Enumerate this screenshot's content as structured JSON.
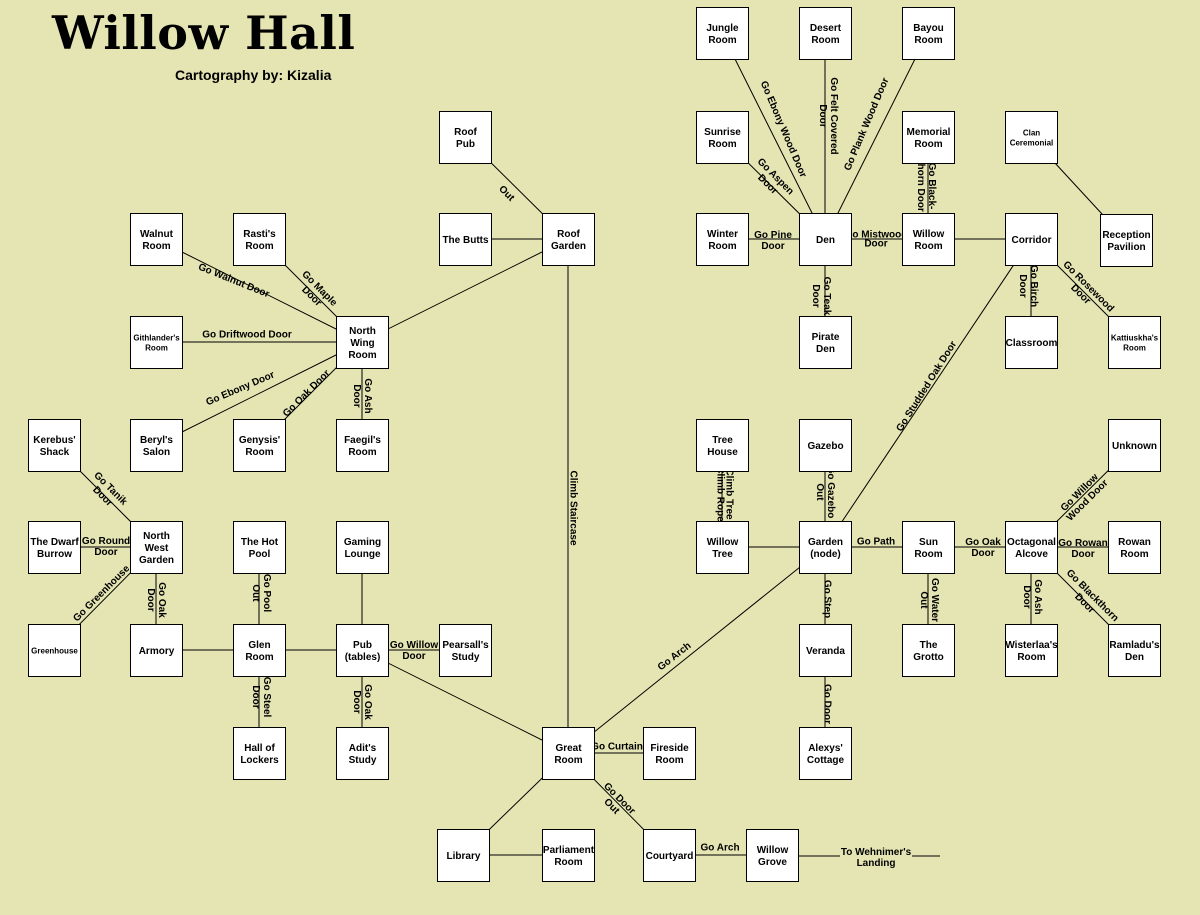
{
  "header": {
    "title": "Willow Hall",
    "subtitle": "Cartography by: Kizalia"
  },
  "rooms": [
    {
      "id": "jungle",
      "lines": [
        "Jungle",
        "Room"
      ]
    },
    {
      "id": "desert",
      "lines": [
        "Desert",
        "Room"
      ]
    },
    {
      "id": "bayou",
      "lines": [
        "Bayou",
        "Room"
      ]
    },
    {
      "id": "sunrise",
      "lines": [
        "Sunrise",
        "Room"
      ]
    },
    {
      "id": "memorial",
      "lines": [
        "Memorial",
        "Room"
      ]
    },
    {
      "id": "clan",
      "lines": [
        "Clan",
        "Ceremonial"
      ],
      "small": true
    },
    {
      "id": "roofpub",
      "lines": [
        "Roof",
        "Pub"
      ]
    },
    {
      "id": "butts",
      "lines": [
        "The Butts"
      ]
    },
    {
      "id": "roofgarden",
      "lines": [
        "Roof",
        "Garden"
      ]
    },
    {
      "id": "walnut",
      "lines": [
        "Walnut",
        "Room"
      ]
    },
    {
      "id": "rasti",
      "lines": [
        "Rasti's",
        "Room"
      ]
    },
    {
      "id": "winter",
      "lines": [
        "Winter",
        "Room"
      ]
    },
    {
      "id": "den",
      "lines": [
        "Den"
      ]
    },
    {
      "id": "willowroom",
      "lines": [
        "Willow",
        "Room"
      ]
    },
    {
      "id": "corridor",
      "lines": [
        "Corridor"
      ]
    },
    {
      "id": "reception",
      "lines": [
        "Reception",
        "Pavilion"
      ]
    },
    {
      "id": "githlander",
      "lines": [
        "Githlander's",
        "Room"
      ],
      "small": true
    },
    {
      "id": "northwing",
      "lines": [
        "North",
        "Wing",
        "Room"
      ]
    },
    {
      "id": "pirate",
      "lines": [
        "Pirate",
        "Den"
      ]
    },
    {
      "id": "classroom",
      "lines": [
        "Classroom"
      ]
    },
    {
      "id": "kattiuskha",
      "lines": [
        "Kattiuskha's",
        "Room"
      ],
      "small": true
    },
    {
      "id": "kerebus",
      "lines": [
        "Kerebus'",
        "Shack"
      ]
    },
    {
      "id": "beryl",
      "lines": [
        "Beryl's",
        "Salon"
      ]
    },
    {
      "id": "genysis",
      "lines": [
        "Genysis'",
        "Room"
      ]
    },
    {
      "id": "faegil",
      "lines": [
        "Faegil's",
        "Room"
      ]
    },
    {
      "id": "treehouse",
      "lines": [
        "Tree",
        "House"
      ]
    },
    {
      "id": "gazebo",
      "lines": [
        "Gazebo"
      ]
    },
    {
      "id": "unknown",
      "lines": [
        "Unknown"
      ]
    },
    {
      "id": "dwarf",
      "lines": [
        "The Dwarf",
        "Burrow"
      ]
    },
    {
      "id": "nwgarden",
      "lines": [
        "North",
        "West",
        "Garden"
      ]
    },
    {
      "id": "hotpool",
      "lines": [
        "The Hot",
        "Pool"
      ]
    },
    {
      "id": "gaming",
      "lines": [
        "Gaming",
        "Lounge"
      ]
    },
    {
      "id": "willowtree",
      "lines": [
        "Willow",
        "Tree"
      ]
    },
    {
      "id": "garden",
      "lines": [
        "Garden",
        "(node)"
      ]
    },
    {
      "id": "sunroom",
      "lines": [
        "Sun",
        "Room"
      ]
    },
    {
      "id": "octagonal",
      "lines": [
        "Octagonal",
        "Alcove"
      ]
    },
    {
      "id": "rowan",
      "lines": [
        "Rowan",
        "Room"
      ]
    },
    {
      "id": "greenhouse",
      "lines": [
        "Greenhouse"
      ],
      "small": true
    },
    {
      "id": "armory",
      "lines": [
        "Armory"
      ]
    },
    {
      "id": "glen",
      "lines": [
        "Glen",
        "Room"
      ]
    },
    {
      "id": "pub",
      "lines": [
        "Pub",
        "(tables)"
      ]
    },
    {
      "id": "pearsall",
      "lines": [
        "Pearsall's",
        "Study"
      ]
    },
    {
      "id": "veranda",
      "lines": [
        "Veranda"
      ]
    },
    {
      "id": "grotto",
      "lines": [
        "The",
        "Grotto"
      ]
    },
    {
      "id": "wisterlaa",
      "lines": [
        "Wisterlaa's",
        "Room"
      ]
    },
    {
      "id": "ramladu",
      "lines": [
        "Ramladu's",
        "Den"
      ]
    },
    {
      "id": "lockers",
      "lines": [
        "Hall of",
        "Lockers"
      ]
    },
    {
      "id": "adit",
      "lines": [
        "Adit's",
        "Study"
      ]
    },
    {
      "id": "greatroom",
      "lines": [
        "Great",
        "Room"
      ]
    },
    {
      "id": "fireside",
      "lines": [
        "Fireside",
        "Room"
      ]
    },
    {
      "id": "alexys",
      "lines": [
        "Alexys'",
        "Cottage"
      ]
    },
    {
      "id": "library",
      "lines": [
        "Library"
      ]
    },
    {
      "id": "parliament",
      "lines": [
        "Parliament",
        "Room"
      ]
    },
    {
      "id": "courtyard",
      "lines": [
        "Courtyard"
      ]
    },
    {
      "id": "willowgrove",
      "lines": [
        "Willow",
        "Grove"
      ]
    }
  ],
  "exits": [
    {
      "lines": [
        "Go Ebony Wood Door"
      ]
    },
    {
      "lines": [
        "Go Felt Covered",
        "Door"
      ]
    },
    {
      "lines": [
        "Go Plank Wood Door"
      ]
    },
    {
      "lines": [
        "Go Aspen",
        "Door"
      ]
    },
    {
      "lines": [
        "Go Black-",
        "thorn Door"
      ]
    },
    {
      "lines": [
        "Go Pine",
        "Door"
      ]
    },
    {
      "lines": [
        "Go Mistwood",
        "Door"
      ],
      "small": true
    },
    {
      "lines": [
        "Go Teak",
        "Door"
      ]
    },
    {
      "lines": [
        "Go Birch",
        "Door"
      ]
    },
    {
      "lines": [
        "Go Rosewood",
        "Door"
      ]
    },
    {
      "lines": [
        "Go Studded Oak Door"
      ]
    },
    {
      "lines": [
        "Out"
      ]
    },
    {
      "lines": [
        "Go Walnut Door"
      ]
    },
    {
      "lines": [
        "Go Maple",
        "Door"
      ]
    },
    {
      "lines": [
        "Go Driftwood Door"
      ]
    },
    {
      "lines": [
        "Go Ebony Door"
      ]
    },
    {
      "lines": [
        "Go Oak Door"
      ]
    },
    {
      "lines": [
        "Go Ash",
        "Door"
      ]
    },
    {
      "lines": [
        "Climb Staircase"
      ]
    },
    {
      "lines": [
        "Go Tanik",
        "Door"
      ]
    },
    {
      "lines": [
        "Go Round",
        "Door"
      ]
    },
    {
      "lines": [
        "Go Greenhouse"
      ]
    },
    {
      "lines": [
        "Go Oak",
        "Door"
      ]
    },
    {
      "lines": [
        "Go Pool",
        "Out"
      ]
    },
    {
      "lines": [
        "Go Willow",
        "Door"
      ]
    },
    {
      "lines": [
        "Go Steel",
        "Door"
      ]
    },
    {
      "lines": [
        "Go Oak",
        "Door"
      ]
    },
    {
      "lines": [
        "Climb Tree",
        "Climb Rope"
      ],
      "small": true
    },
    {
      "lines": [
        "Go Gazebo",
        "Out"
      ]
    },
    {
      "lines": [
        "Go Path"
      ]
    },
    {
      "lines": [
        "Go Oak",
        "Door"
      ]
    },
    {
      "lines": [
        "Go Willow",
        "Wood Door"
      ]
    },
    {
      "lines": [
        "Go Rowan",
        "Door"
      ]
    },
    {
      "lines": [
        "Go Blackthorn",
        "Door"
      ]
    },
    {
      "lines": [
        "Go Step"
      ]
    },
    {
      "lines": [
        "Go Water",
        "Out"
      ]
    },
    {
      "lines": [
        "Go Ash",
        "Door"
      ]
    },
    {
      "lines": [
        "Go Door"
      ]
    },
    {
      "lines": [
        "Go Arch"
      ]
    },
    {
      "lines": [
        "Go Curtain"
      ]
    },
    {
      "lines": [
        "Go Door",
        "Out"
      ]
    },
    {
      "lines": [
        "Go Arch"
      ]
    },
    {
      "lines": [
        "To Wehnimer's",
        "Landing"
      ]
    }
  ]
}
